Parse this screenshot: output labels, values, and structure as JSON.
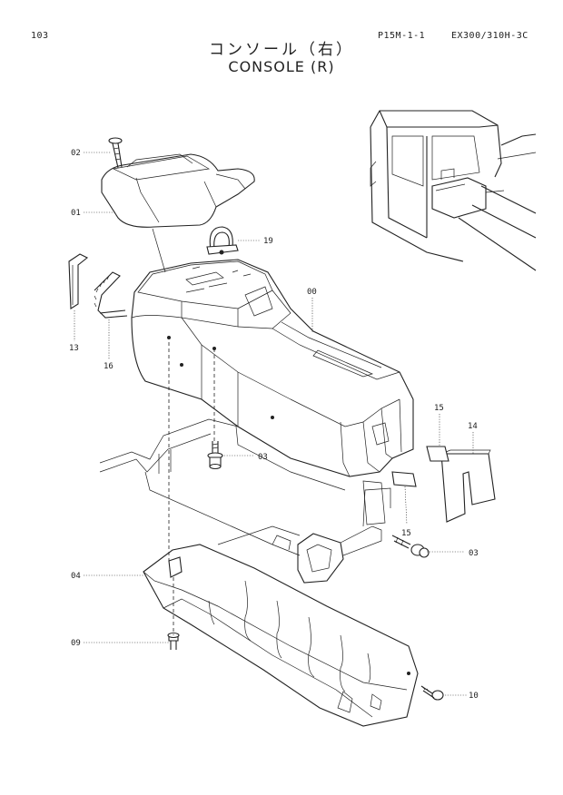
{
  "header": {
    "page_number": "103",
    "figure_code": "P15M-1-1",
    "model": "EX300/310H-3C"
  },
  "title": {
    "japanese": "コンソール（右）",
    "english": "CONSOLE (R)"
  },
  "callouts": {
    "c00": "00",
    "c01": "01",
    "c02": "02",
    "c03a": "03",
    "c03b": "03",
    "c04": "04",
    "c09": "09",
    "c10": "10",
    "c13": "13",
    "c14": "14",
    "c15a": "15",
    "c15b": "15",
    "c16": "16",
    "c19": "19"
  }
}
